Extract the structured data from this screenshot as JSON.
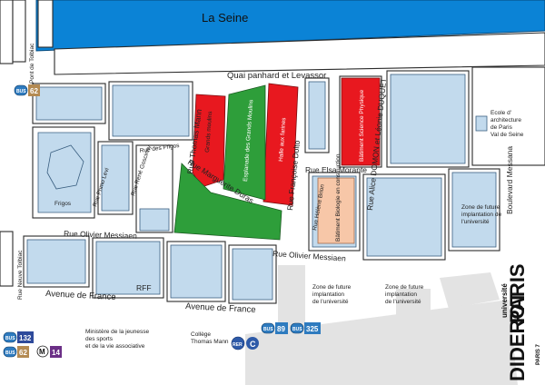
{
  "river": {
    "label": "La Seine",
    "color": "#0b83d6"
  },
  "streets": {
    "quai": "Quai panhard et Levassor",
    "pont_tolbiac": "Pont de Tolbiac",
    "thomas_mann": "Rue Thomas Mann",
    "frigos": "Rue des Frigos",
    "primo_levi": "Rue Primo Levi",
    "goscinny": "Rue René Goscinny",
    "duras": "Rue Marguerite Duras",
    "dolto": "Rue Françoise Dolto",
    "elsa_morante": "Rue Elsa Morante",
    "duquet": "Rue Alice DOMON et Léonie DUQUET",
    "helene_brion": "Rue Hélène Brion",
    "messiaen_left": "Rue Olivier Messiaen",
    "messiaen_right": "Rue Olivier Messiaen",
    "avenue_left": "Avenue de France",
    "avenue_right": "Avenue de France",
    "neuve_tolbiac": "Rue Neuve Tolbiac",
    "messena": "Boulevard Messana"
  },
  "buildings": {
    "grands_moulins": "Grands moulins",
    "esplanade": "Esplanade des Grands Moulins",
    "halle": "Halle aux farines",
    "batiment_science": "Bâtiment Science Physique",
    "batiment_bio": "Bâtiment Biologie en construction",
    "frigos": "Frigos",
    "rff": "RFF",
    "ecole_l1": "Ecole d'",
    "ecole_l2": "architecture",
    "ecole_l3": "de Paris",
    "ecole_l4": "Val de Seine",
    "zone1_l1": "Zone de future",
    "zone1_l2": "implantation de",
    "zone1_l3": "l'université",
    "zone2_l1": "Zone de future",
    "zone2_l2": "implantation",
    "zone2_l3": "de l'université",
    "zone3_l1": "Zone de future",
    "zone3_l2": "implantation",
    "zone3_l3": "de l'université",
    "ministere_l1": "Ministère de la jeunesse",
    "ministere_l2": "des sports",
    "ministere_l3": "et de la vie associative",
    "college_l1": "Collège",
    "college_l2": "Thomas Mann"
  },
  "transit": {
    "bus_label": "BUS",
    "metro_label": "M",
    "rer_label": "RER",
    "line_62": "62",
    "line_132": "132",
    "line_14": "14",
    "line_89": "89",
    "line_325": "325",
    "line_c": "C",
    "color_bus": "#2e7bbf",
    "color_62": "#b48a52",
    "color_14": "#6b2f86"
  },
  "logo": {
    "word1": "PARIS",
    "word2": "DIDEROT",
    "small": "université",
    "sub": "PARIS 7"
  }
}
